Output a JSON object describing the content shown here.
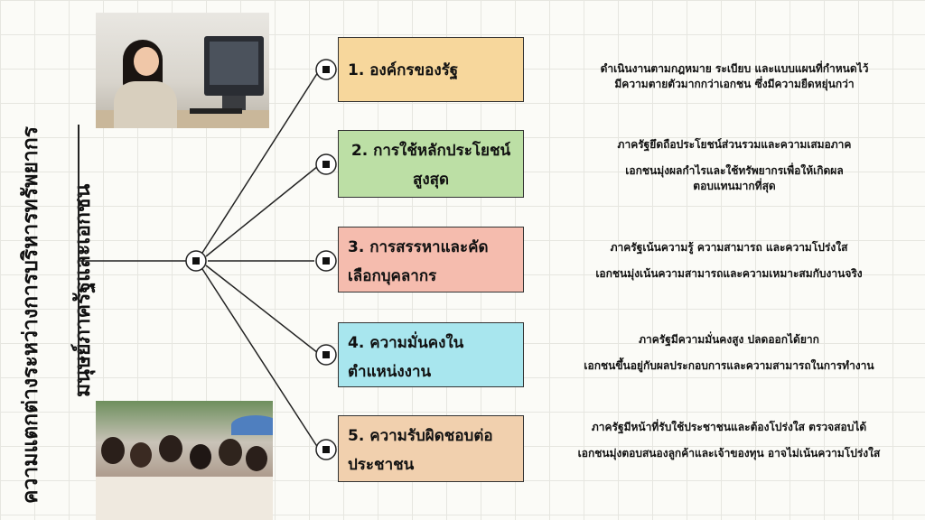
{
  "title": {
    "line1": "ความแตกต่างระหว่างการบริหารทรัพยากร",
    "line2": "มนุษย์ภาครัฐและเอกชน"
  },
  "items": [
    {
      "label_lines": [
        "1. องค์กรของรัฐ"
      ],
      "desc": [
        "ดำเนินงานตามกฎหมาย ระเบียบ และแบบแผนที่กำหนดไว้",
        "มีความตายตัวมากกว่าเอกชน ซึ่งมีความยืดหยุ่นกว่า"
      ],
      "color": "#f7d79c"
    },
    {
      "label_lines": [
        "2. การใช้หลักประโยชน์",
        "สูงสุด"
      ],
      "desc": [
        "ภาครัฐยึดถือประโยชน์ส่วนรวมและความเสมอภาค",
        "เอกชนมุ่งผลกำไรและใช้ทรัพยากรเพื่อให้เกิดผล",
        "ตอบแทนมากที่สุด"
      ],
      "color": "#bcdfa5"
    },
    {
      "label_lines": [
        "3. การสรรหาและคัด",
        "เลือกบุคลากร"
      ],
      "desc": [
        "ภาครัฐเน้นความรู้ ความสามารถ และความโปร่งใส",
        "เอกชนมุ่งเน้นความสามารถและความเหมาะสมกับงานจริง"
      ],
      "color": "#f5bcae"
    },
    {
      "label_lines": [
        "4. ความมั่นคงใน",
        "ตำแหน่งงาน"
      ],
      "desc": [
        "ภาครัฐมีความมั่นคงสูง ปลดออกได้ยาก",
        "เอกชนขึ้นอยู่กับผลประกอบการและความสามารถในการทำงาน"
      ],
      "color": "#a8e6ee"
    },
    {
      "label_lines": [
        "5. ความรับผิดชอบต่อ",
        "ประชาชน"
      ],
      "desc": [
        "ภาครัฐมีหน้าที่รับใช้ประชาชนและต้องโปร่งใส ตรวจสอบได้",
        "เอกชนมุ่งตอบสนองลูกค้าและเจ้าของทุน อาจไม่เน้นความโปร่งใส"
      ],
      "color": "#f1d0ae"
    }
  ]
}
